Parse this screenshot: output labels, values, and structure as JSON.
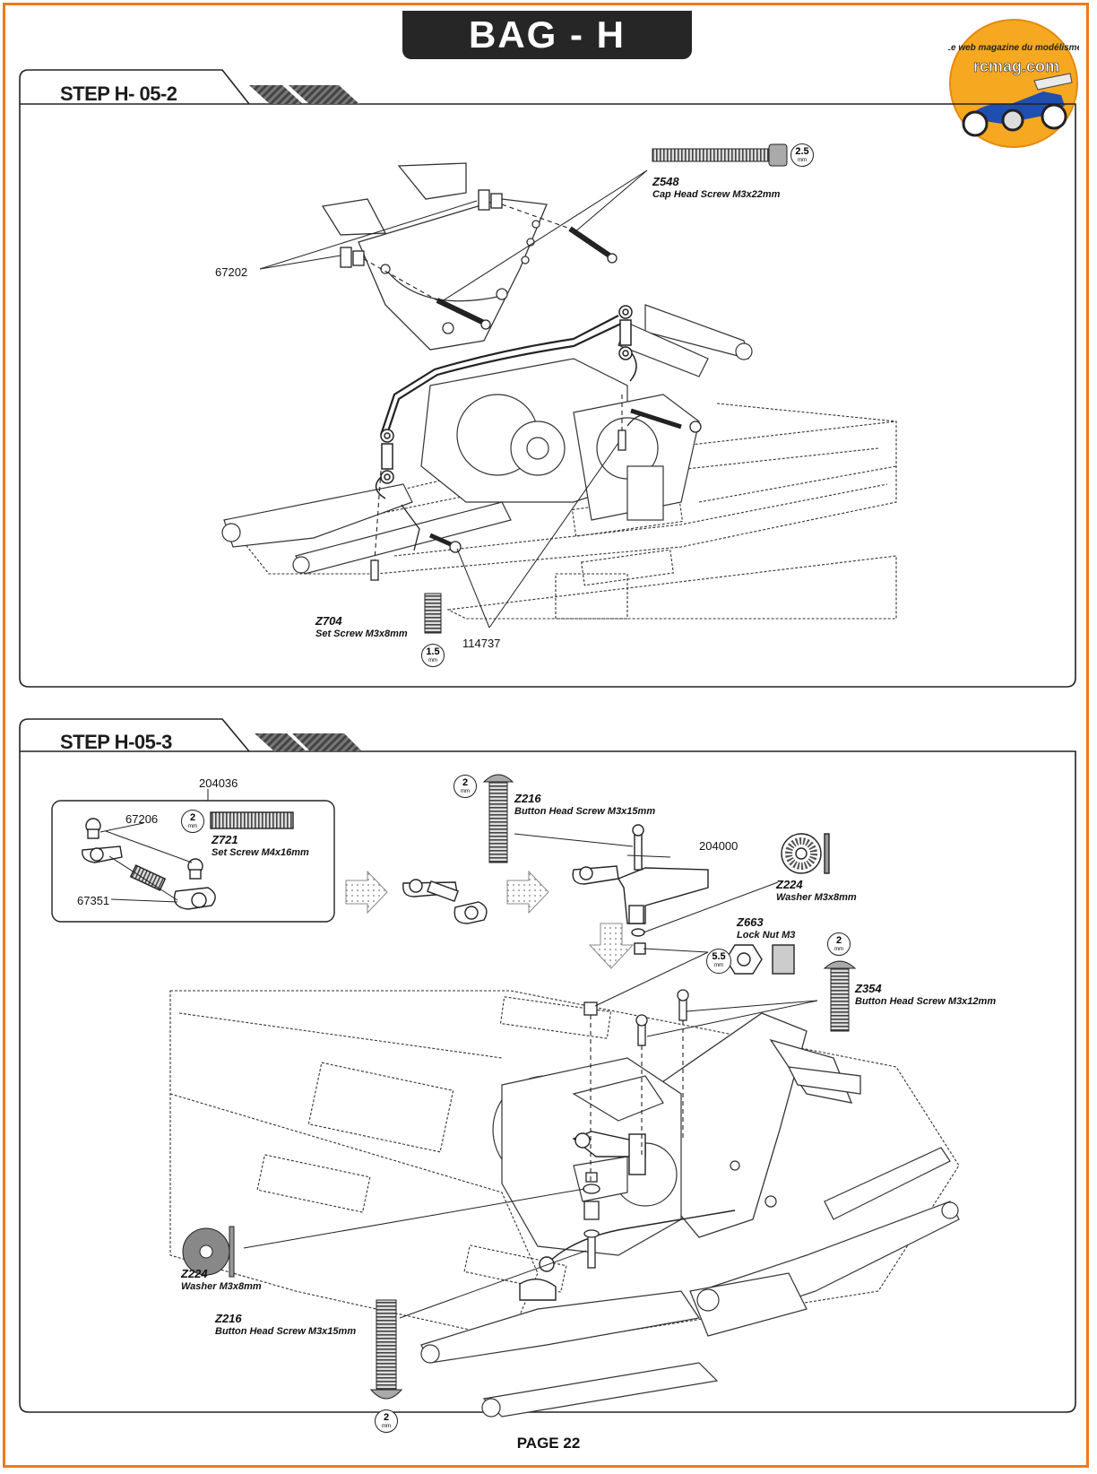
{
  "header": {
    "bag_title": "BAG - H",
    "logo_top": "Le web magazine du modélisme",
    "logo_name": "rcmag.com"
  },
  "step2": {
    "title": "STEP H- 05-2",
    "parts": {
      "z548": {
        "code": "Z548",
        "desc": "Cap Head Screw M3x22mm",
        "tool": "2.5"
      },
      "p67202": "67202",
      "z704": {
        "code": "Z704",
        "desc": "Set Screw M3x8mm",
        "tool": "1.5"
      },
      "p114737": "114737"
    }
  },
  "step3": {
    "title": "STEP H-05-3",
    "parts": {
      "p204036": "204036",
      "p67206": "67206",
      "p67351": "67351",
      "z721": {
        "code": "Z721",
        "desc": "Set Screw M4x16mm",
        "tool": "2"
      },
      "z216_top": {
        "code": "Z216",
        "desc": "Button Head Screw M3x15mm",
        "tool": "2"
      },
      "p204000": "204000",
      "z224_right": {
        "code": "Z224",
        "desc": "Washer M3x8mm"
      },
      "z663": {
        "code": "Z663",
        "desc": "Lock Nut M3",
        "tool": "5.5"
      },
      "z354": {
        "code": "Z354",
        "desc": "Button Head Screw M3x12mm",
        "tool": "2"
      },
      "z224_left": {
        "code": "Z224",
        "desc": "Washer M3x8mm"
      },
      "z216_bottom": {
        "code": "Z216",
        "desc": "Button Head Screw M3x15mm",
        "tool": "2"
      }
    }
  },
  "tool_unit": "mm",
  "footer": {
    "page": "PAGE 22"
  }
}
